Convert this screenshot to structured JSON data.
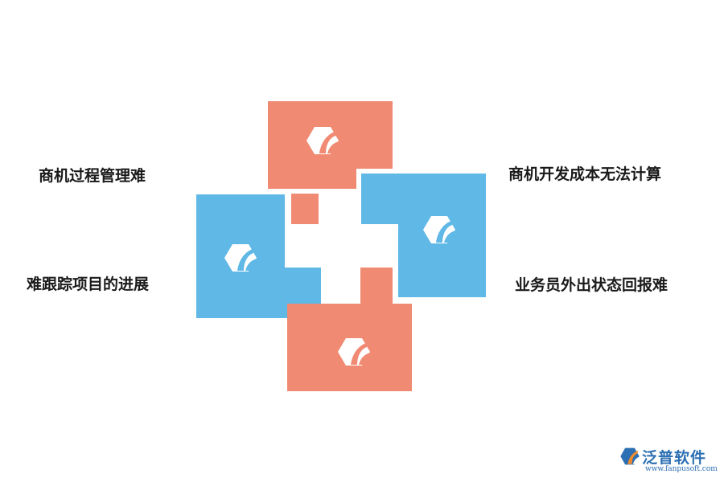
{
  "labels": {
    "top_left": "商机过程管理难",
    "bottom_left": "难跟踪项目的进展",
    "top_right": "商机开发成本无法计算",
    "bottom_right": "业务员外出状态回报难"
  },
  "colors": {
    "salmon": "#f08a72",
    "sky_blue": "#5fb8e6",
    "text": "#1a1a1a",
    "brand": "#2c6fb3"
  },
  "icons": {
    "block_icon": "fanpu-logo-icon"
  },
  "brand": {
    "name": "泛普软件",
    "url": "www.fanpusoft.com"
  }
}
